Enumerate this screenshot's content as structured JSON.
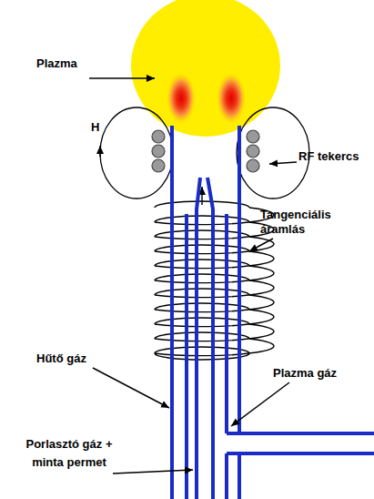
{
  "diagram": {
    "labels": [
      "Plazma",
      "H",
      "RF tekercs",
      "Tangenciális áramlás",
      "Hűtő gáz",
      "Plazma gáz",
      "Porlasztó gáz + minta permet"
    ]
  }
}
